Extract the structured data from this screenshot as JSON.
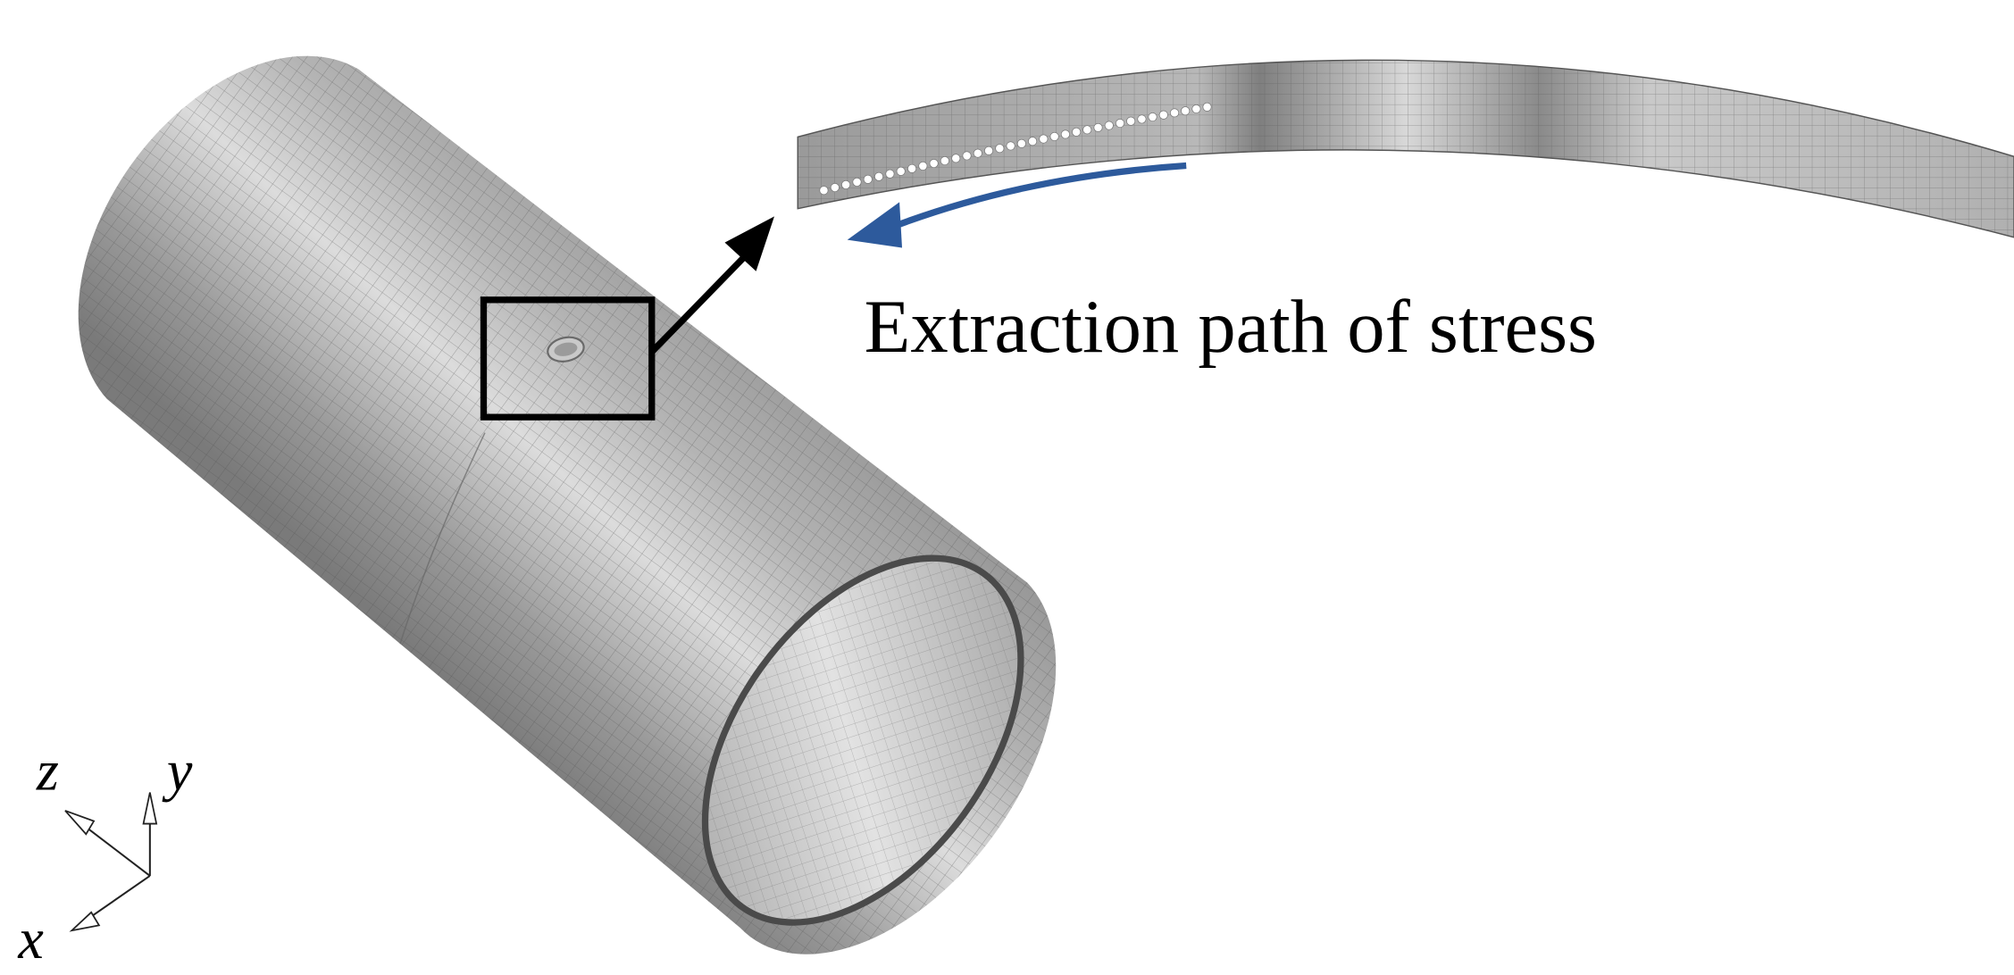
{
  "annotation": {
    "text": "Extraction path of stress"
  },
  "axes_triad": {
    "x_label": "x",
    "y_label": "y",
    "z_label": "z"
  },
  "colors": {
    "mesh_surface": "#8e8e8e",
    "mesh_highlight": "#d9d9d9",
    "mesh_lines": "#5a5a5a",
    "path_arrow": "#2d5a9c",
    "zoom_arrow": "#000000",
    "zoom_box": "#000000",
    "path_points": "#ffffff"
  },
  "icons": {
    "zoom_arrow": "arrow-icon",
    "path_arrow": "curved-arrow-icon"
  }
}
